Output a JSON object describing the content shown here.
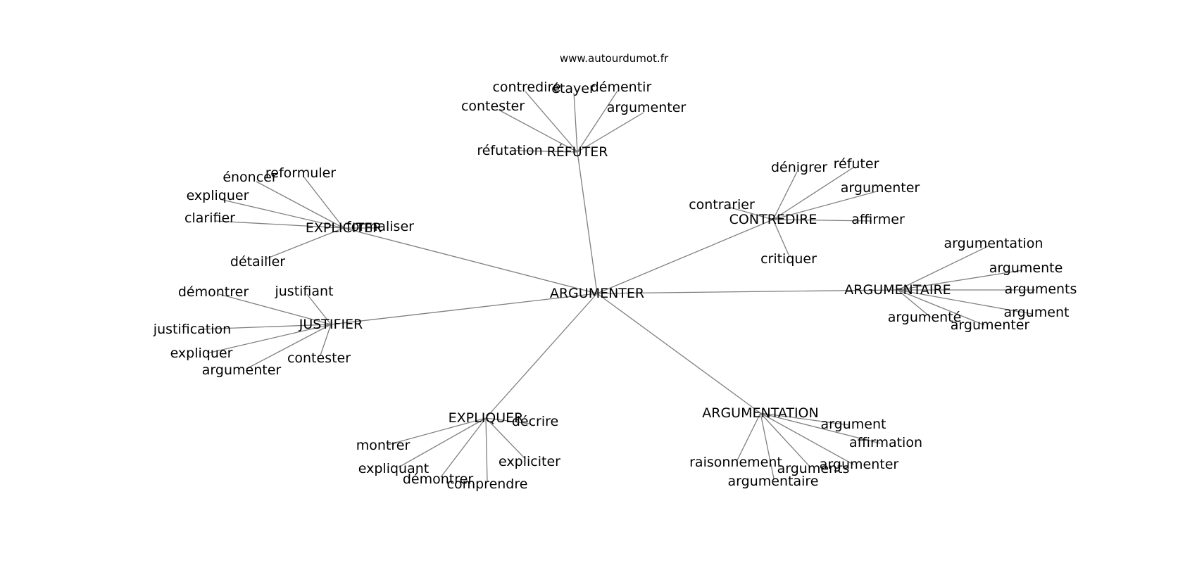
{
  "watermark": "www.autourdumot.fr",
  "graph": {
    "center": "ARGUMENTER",
    "hubs": [
      {
        "label": "RÉFUTER",
        "leaves": [
          "contredire",
          "étayer",
          "démentir",
          "contester",
          "argumenter",
          "réfutation"
        ]
      },
      {
        "label": "EXPLICITER",
        "leaves": [
          "énoncer",
          "reformuler",
          "expliquer",
          "clarifier",
          "formaliser",
          "détailler"
        ]
      },
      {
        "label": "CONTREDIRE",
        "leaves": [
          "dénigrer",
          "réfuter",
          "argumenter",
          "contrarier",
          "affirmer",
          "critiquer"
        ]
      },
      {
        "label": "ARGUMENTAIRE",
        "leaves": [
          "argumentation",
          "argumente",
          "arguments",
          "argument",
          "argumenté",
          "argumenter"
        ]
      },
      {
        "label": "JUSTIFIER",
        "leaves": [
          "démontrer",
          "justifiant",
          "justification",
          "expliquer",
          "contester",
          "argumenter"
        ]
      },
      {
        "label": "EXPLIQUER",
        "leaves": [
          "décrire",
          "montrer",
          "expliquant",
          "expliciter",
          "démontrer",
          "comprendre"
        ]
      },
      {
        "label": "ARGUMENTATION",
        "leaves": [
          "argument",
          "affirmation",
          "raisonnement",
          "arguments",
          "argumenter",
          "argumentaire"
        ]
      }
    ]
  }
}
